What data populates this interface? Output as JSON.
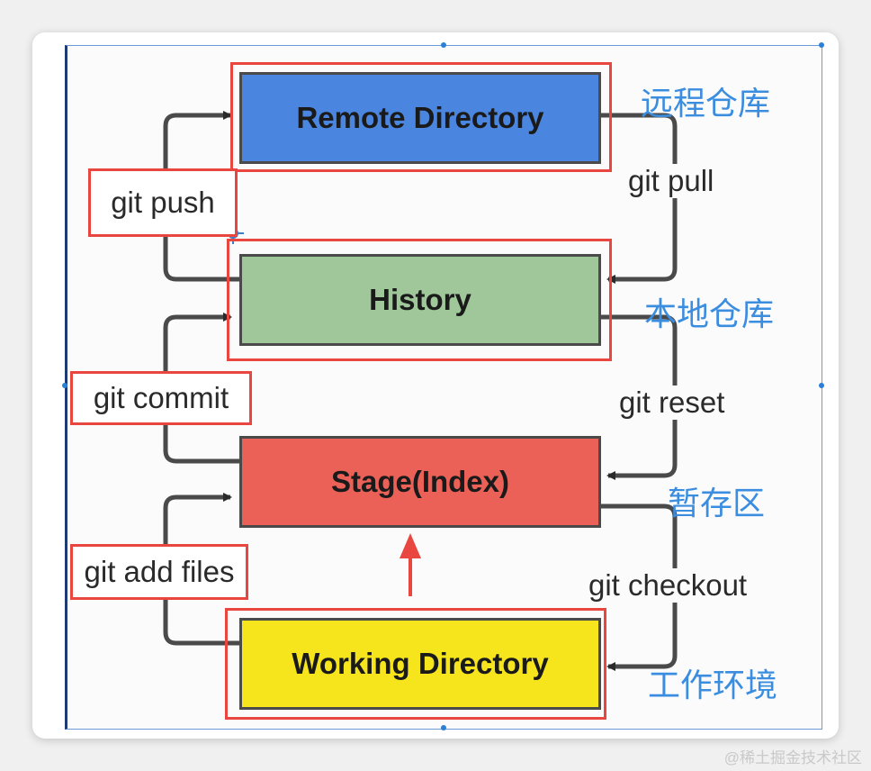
{
  "nodes": {
    "remote": {
      "label": "Remote Directory",
      "color": "#4a86e0"
    },
    "history": {
      "label": "History",
      "color": "#9fc79a"
    },
    "stage": {
      "label": "Stage(Index)",
      "color": "#ec6157"
    },
    "working": {
      "label": "Working Directory",
      "color": "#f6e51d"
    }
  },
  "commands": {
    "push": "git push",
    "pull": "git pull",
    "commit": "git commit",
    "reset": "git reset",
    "add": "git add files",
    "checkout": "git checkout"
  },
  "annotations": {
    "remote": "远程仓库",
    "history": "本地仓库",
    "stage": "暂存区",
    "working": "工作环境"
  },
  "colors": {
    "highlight": "#e8463e",
    "annotation": "#3b8de0",
    "wire": "#4a4a4a"
  },
  "watermark": "@稀土掘金技术社区"
}
